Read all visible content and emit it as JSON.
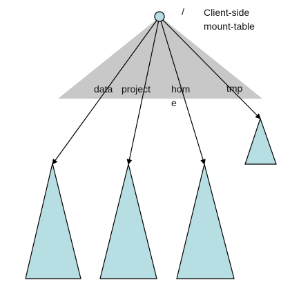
{
  "root": {
    "label": "/",
    "annotation": [
      "Client-side",
      "mount-table"
    ]
  },
  "mounts": [
    {
      "label_lines": [
        "data"
      ]
    },
    {
      "label_lines": [
        "project"
      ]
    },
    {
      "label_lines": [
        "hom",
        "e"
      ]
    },
    {
      "label_lines": [
        "tmp"
      ]
    }
  ],
  "colors": {
    "fan": "#c8c8c8",
    "subtree_fill": "#b7dee2",
    "stroke": "#000000",
    "root_node": "#b7dee2"
  }
}
